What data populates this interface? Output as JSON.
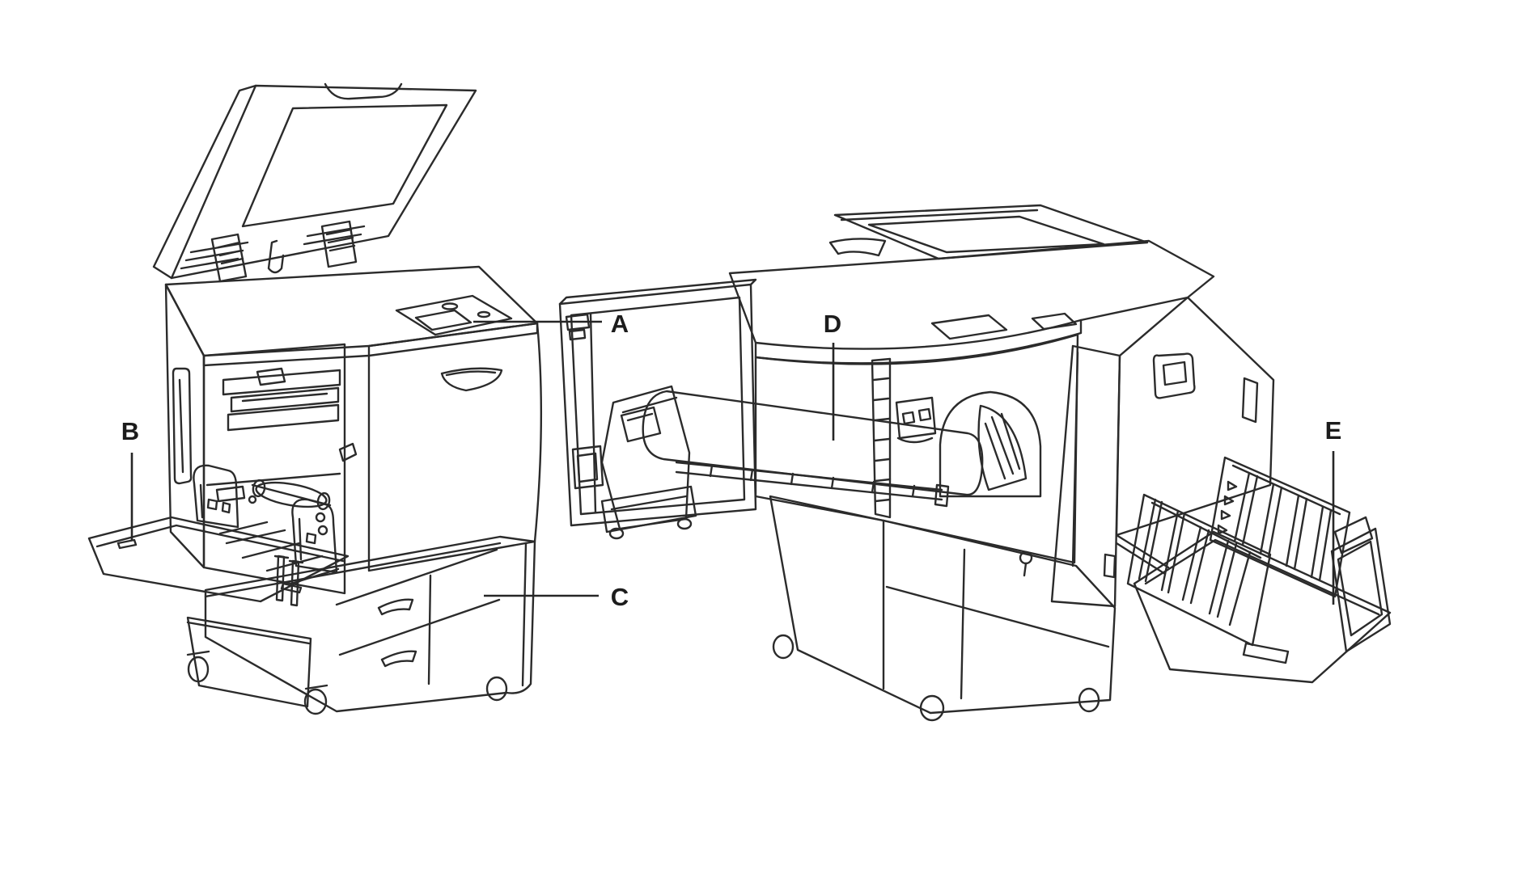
{
  "figure": {
    "kind": "technical line illustration of a digital duplicator, two views",
    "background": "#ffffff",
    "ink_color": "#2b2b2b"
  },
  "views": [
    {
      "name": "front-left view",
      "shown_state": "document cover open, paper feed tray extended"
    },
    {
      "name": "front-right view",
      "shown_state": "front door open, print cylinder pulled out, paper receiving tray extended"
    }
  ],
  "labels": [
    {
      "letter": "A",
      "points_to": "control panel"
    },
    {
      "letter": "B",
      "points_to": "paper feed tray"
    },
    {
      "letter": "C",
      "points_to": "front door"
    },
    {
      "letter": "D",
      "points_to": "print cylinder (drum)"
    },
    {
      "letter": "E",
      "points_to": "paper receiving tray"
    }
  ]
}
